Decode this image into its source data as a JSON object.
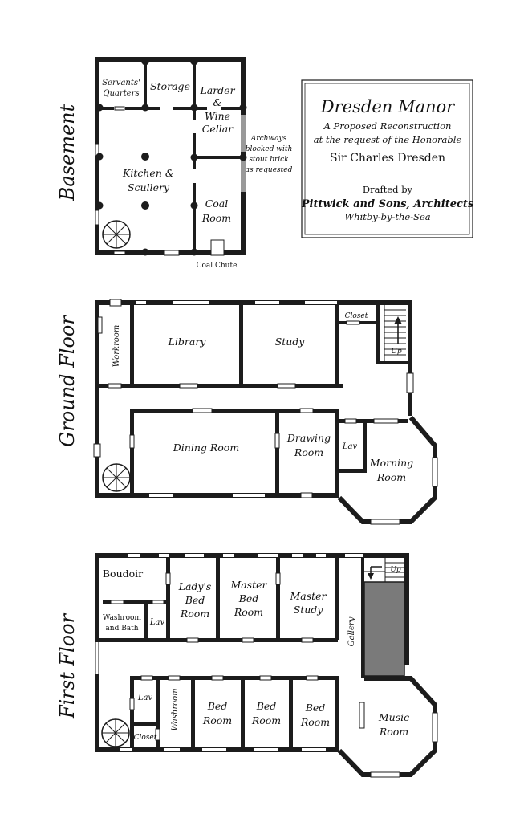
{
  "floors": {
    "basement": "Basement",
    "ground": "Ground Floor",
    "first": "First Floor"
  },
  "title_block": {
    "title": "Dresden Manor",
    "line1": "A Proposed Reconstruction",
    "line2": "at the request of the Honorable",
    "name": "Sir Charles Dresden",
    "drafted_by": "Drafted by",
    "firm": "Pittwick and Sons, Architects",
    "town": "Whitby-by-the-Sea"
  },
  "basement": {
    "servants_1": "Servants'",
    "servants_2": "Quarters",
    "storage": "Storage",
    "larder_1": "Larder",
    "larder_2": "&",
    "larder_3": "Wine",
    "larder_4": "Cellar",
    "kitchen_1": "Kitchen &",
    "kitchen_2": "Scullery",
    "coal_1": "Coal",
    "coal_2": "Room",
    "chute": "Coal Chute",
    "note_1": "Archways",
    "note_2": "blocked with",
    "note_3": "stout brick",
    "note_4": "as requested"
  },
  "ground": {
    "workroom": "Workroom",
    "library": "Library",
    "study": "Study",
    "closet": "Closet",
    "up": "Up",
    "dining": "Dining Room",
    "drawing_1": "Drawing",
    "drawing_2": "Room",
    "lav": "Lav",
    "morning_1": "Morning",
    "morning_2": "Room"
  },
  "first": {
    "boudoir": "Boudoir",
    "washbath_1": "Washroom",
    "washbath_2": "and Bath",
    "lav": "Lav",
    "ladys_1": "Lady's",
    "ladys_2": "Bed",
    "ladys_3": "Room",
    "master_bed_1": "Master",
    "master_bed_2": "Bed",
    "master_bed_3": "Room",
    "master_study_1": "Master",
    "master_study_2": "Study",
    "gallery": "Gallery",
    "up": "Up",
    "lav2": "Lav",
    "closet": "Closet",
    "washroom": "Washroom",
    "bed_1": "Bed",
    "bed_2": "Room",
    "music_1": "Music",
    "music_2": "Room"
  },
  "colors": {
    "wall": "#1c1c1c",
    "blocked_arch": "#999999",
    "stair_void": "#7a7a7a"
  }
}
